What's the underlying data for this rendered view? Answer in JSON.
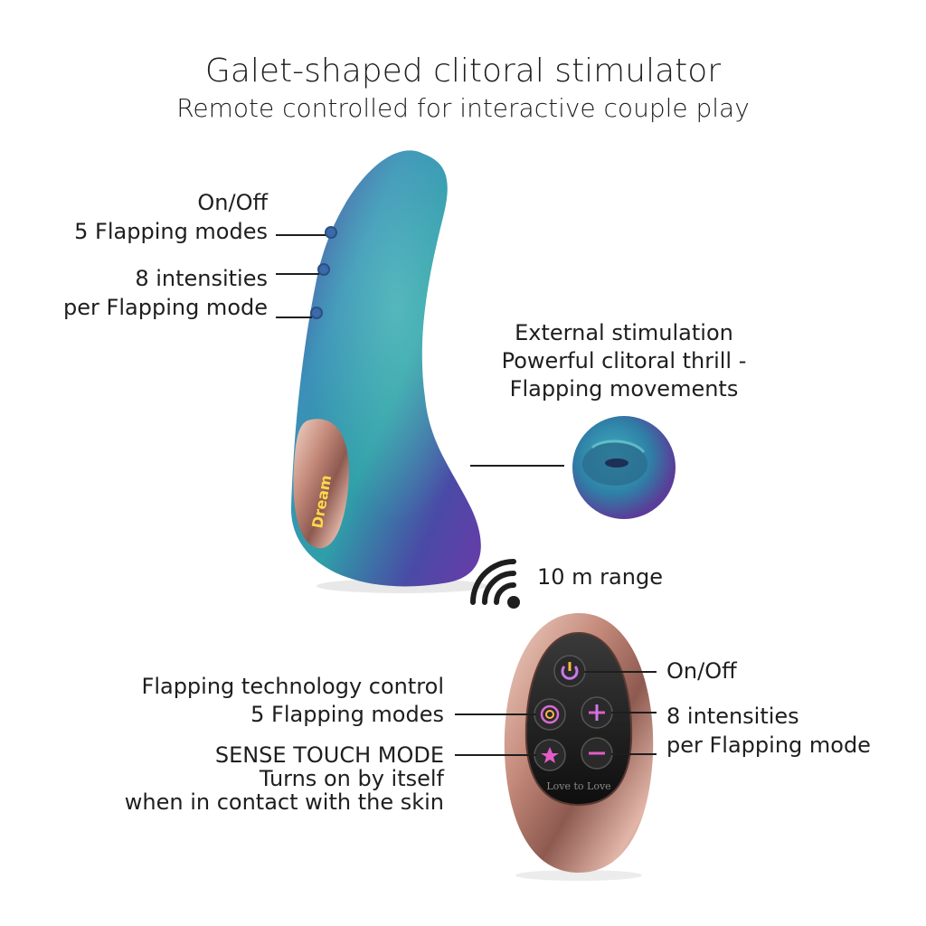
{
  "header": {
    "title": "Galet-shaped clitoral stimulator",
    "subtitle": "Remote controlled for interactive couple play"
  },
  "device": {
    "button_labels": {
      "line1": "On/Off",
      "line2": "5 Flapping modes",
      "line3": "8 intensities",
      "line4": "per Flapping mode"
    },
    "brand_logo_text": "Dream",
    "external_stimulation": {
      "line1": "External stimulation",
      "line2": "Powerful clitoral thrill -",
      "line3": "Flapping movements"
    },
    "body_color": "#3a7fae",
    "metal_color": "#c99a8c"
  },
  "range": {
    "label": "10 m range",
    "icon": "wireless-signal-icon"
  },
  "remote": {
    "left_labels": {
      "line1": "Flapping technology control",
      "line2": "5 Flapping modes",
      "line3": "SENSE TOUCH MODE",
      "line4": "Turns on by itself",
      "line5": "when in contact with the skin"
    },
    "right_labels": {
      "line1": "On/Off",
      "line2": "8 intensities",
      "line3": "per Flapping mode"
    },
    "brand_text": "Love to Love",
    "buttons": {
      "power_icon": "power-icon",
      "modes_icon": "target-icon",
      "plus_icon": "plus-icon",
      "sense_icon": "star-icon",
      "minus_icon": "minus-icon"
    }
  }
}
